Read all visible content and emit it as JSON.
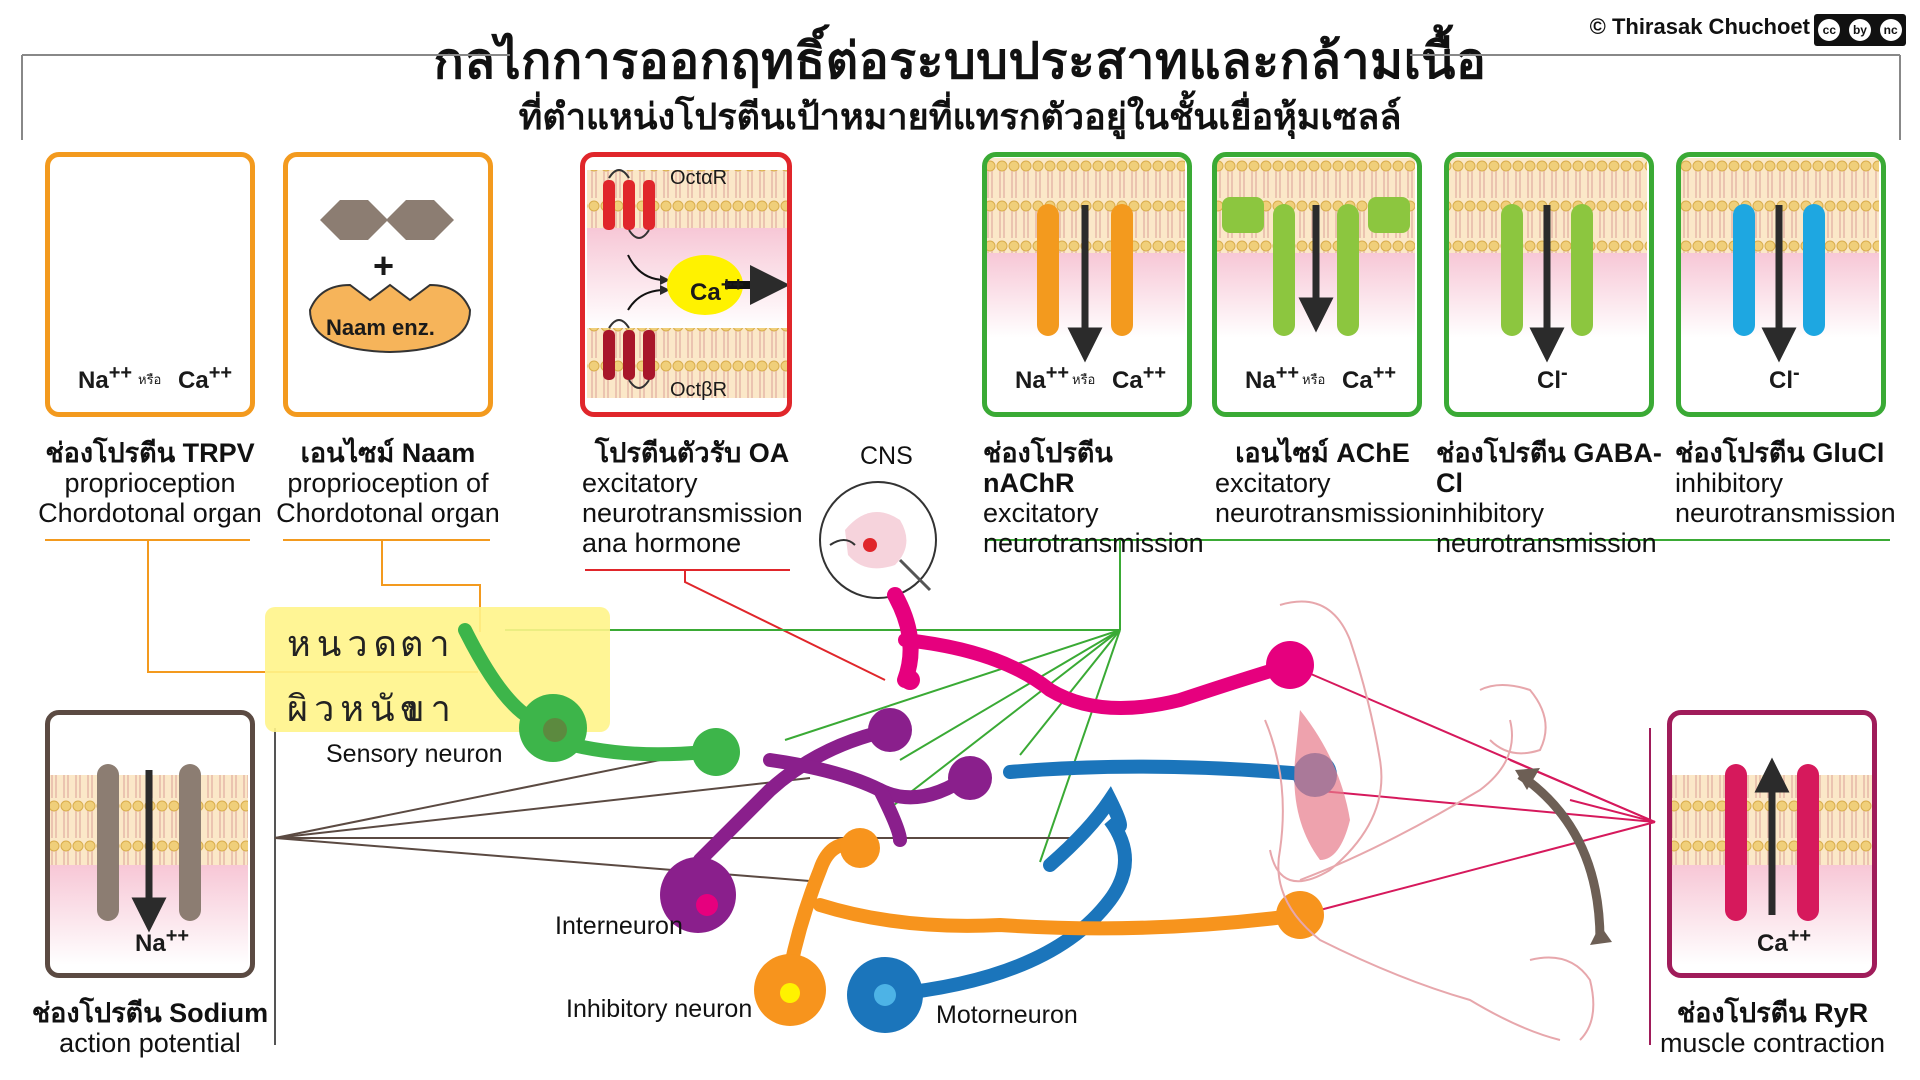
{
  "header": {
    "title": "กลไกการออกฤทธิ์ต่อระบบประสาทและกล้ามเนื้อ",
    "subtitle": "ที่ตำแหน่งโปรตีนเป้าหมายที่แทรกตัวอยู่ในชั้นเยื่อหุ้มเซลล์",
    "credit": "© Thirasak Chuchoet",
    "license_icons": [
      "cc",
      "by",
      "nc"
    ]
  },
  "cards": [
    {
      "id": "trpv",
      "head": "ช่องโปรตีน TRPV",
      "lines": [
        "proprioception",
        "Chordotonal organ"
      ],
      "color": "#f39a1e",
      "ion1": "Na",
      "ion1_sup": "++",
      "or": "หรือ",
      "ion2": "Ca",
      "ion2_sup": "++"
    },
    {
      "id": "naam",
      "head": "เอนไซม์ Naam",
      "lines": [
        "proprioception of",
        "Chordotonal organ"
      ],
      "color": "#f39a1e",
      "enzyme": "Naam enz.",
      "plus": "+"
    },
    {
      "id": "oa",
      "head": "โปรตีนตัวรับ OA",
      "lines": [
        "excitatory",
        "neurotransmission",
        "ana hormone"
      ],
      "color": "#e0262b",
      "top_label": "OctαR",
      "bottom_label": "OctβR",
      "ion": "Ca",
      "ion_sup": "++"
    },
    {
      "id": "nachr",
      "head": "ช่องโปรตีน nAChR",
      "lines": [
        "excitatory",
        "neurotransmission"
      ],
      "color": "#3aaa35",
      "ion1": "Na",
      "ion1_sup": "++",
      "or": "หรือ",
      "ion2": "Ca",
      "ion2_sup": "++"
    },
    {
      "id": "ache",
      "head": "เอนไซม์ AChE",
      "lines": [
        "excitatory",
        "neurotransmission"
      ],
      "color": "#3aaa35",
      "ion1": "Na",
      "ion1_sup": "++",
      "or": "หรือ",
      "ion2": "Ca",
      "ion2_sup": "++"
    },
    {
      "id": "gaba",
      "head": "ช่องโปรตีน GABA-Cl",
      "lines": [
        "inhibitory",
        "neurotransmission"
      ],
      "color": "#3aaa35",
      "ion": "Cl",
      "ion_sup": "-"
    },
    {
      "id": "glucl",
      "head": "ช่องโปรตีน GluCl",
      "lines": [
        "inhibitory",
        "neurotransmission"
      ],
      "color": "#3aaa35",
      "ion": "Cl",
      "ion_sup": "-"
    },
    {
      "id": "sodium",
      "head": "ช่องโปรตีน Sodium",
      "lines": [
        "action potential"
      ],
      "color": "#5b4a42",
      "ion": "Na",
      "ion_sup": "++"
    },
    {
      "id": "ryr",
      "head": "ช่องโปรตีน RyR",
      "lines": [
        "muscle contraction"
      ],
      "color": "#a01c5a",
      "ion": "Ca",
      "ion_sup": "++"
    }
  ],
  "sensory_box": {
    "row1": [
      "หนวด",
      "ตา"
    ],
    "row2": [
      "ผิวหนัง",
      "ขา"
    ]
  },
  "neurons": {
    "cns": "CNS",
    "sensory": "Sensory neuron",
    "interneuron": "Interneuron",
    "inhibitory": "Inhibitory neuron",
    "motor": "Motorneuron"
  },
  "colors": {
    "orange": "#f39a1e",
    "red": "#e0262b",
    "green": "#3aaa35",
    "brown": "#5b4a42",
    "magenta": "#e6007e",
    "purple": "#8a1f8c",
    "blue": "#1b75bb",
    "neuron_green": "#3db54a",
    "neuron_orange": "#f7941d",
    "ryr": "#a01c5a"
  }
}
